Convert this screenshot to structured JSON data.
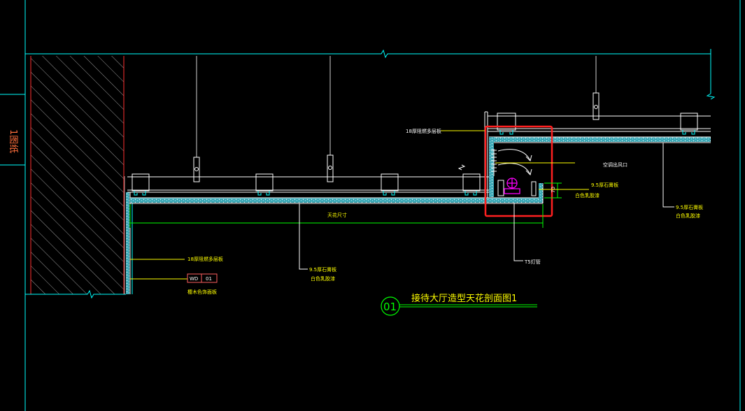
{
  "side_label": "1图纸",
  "labels": {
    "plywood_18_top": "18厚阻燃多层板",
    "aircon_outlet": "空调出风口",
    "gypsum_95_a": "9.5厚石膏板",
    "white_latex_a": "白色乳胶漆",
    "gypsum_95_b": "9.5厚石膏板",
    "white_latex_b": "白色乳胶漆",
    "ceiling_dim": "天花尺寸",
    "plywood_18_left": "18厚阻燃多层板",
    "wd_tag": "WD",
    "wd_num": "01",
    "wood_veneer": "樱木色饰面板",
    "gypsum_95_c": "9.5厚石膏板",
    "white_latex_c": "白色乳胶漆",
    "lamp_trough": "T5灯管",
    "dim_value": "70"
  },
  "title": {
    "number": "01",
    "text": "接待大厅造型天花剖面图1"
  },
  "colors": {
    "frame": "#00ffff",
    "wall_hatch": "#ff3030",
    "annotation": "#ffff00",
    "dimension": "#00ff00",
    "fixture": "#ff00ff",
    "highlight": "#ff2020",
    "panel_fill": "#4fc3d0"
  }
}
